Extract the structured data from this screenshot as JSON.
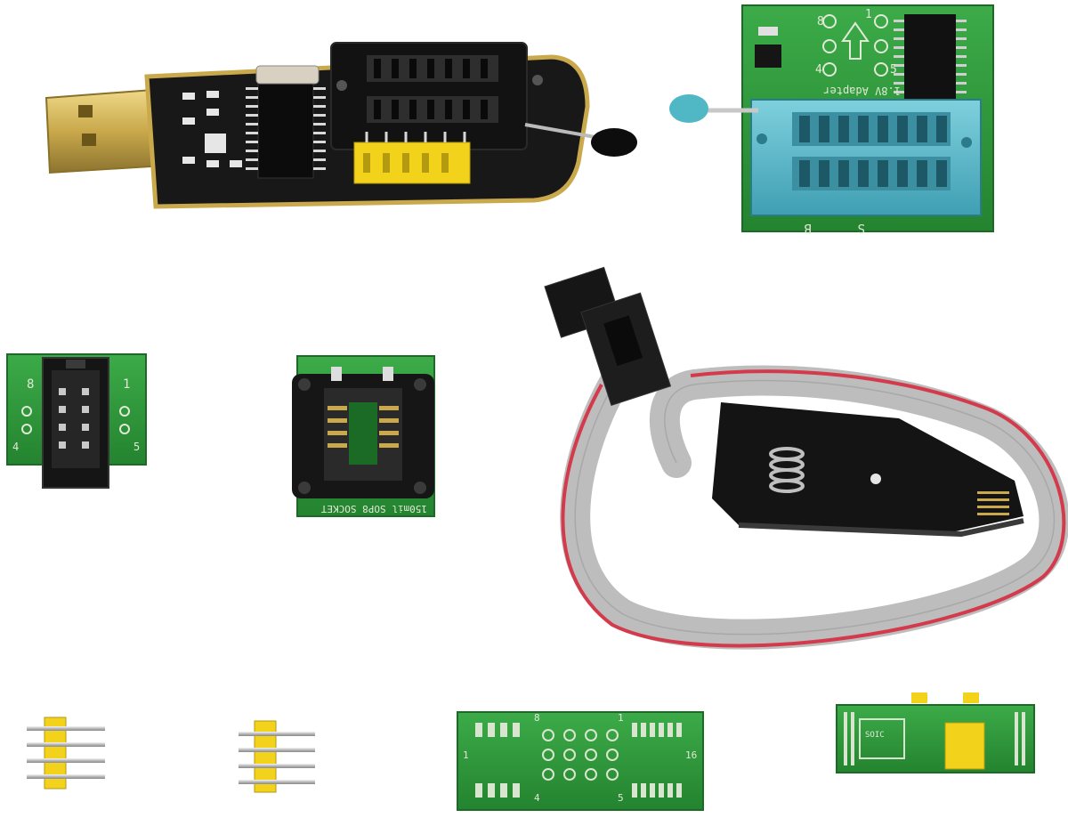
{
  "colors": {
    "background": "#ffffff",
    "pcb_green": "#2f9a3c",
    "pcb_green_dark": "#1f7a2d",
    "black_board": "#141414",
    "gold": "#c9a94b",
    "zif_blue": "#5bb8c9",
    "header_yellow": "#f2d21b",
    "ribbon_grey": "#bdbdbd",
    "ribbon_red": "#d33a4c"
  },
  "components": {
    "usb_programmer": {
      "icon": "ch341a-usb-programmer"
    },
    "adapter_board": {
      "silk_numbers": {
        "n8": "8",
        "n1": "1",
        "n4": "4",
        "n5": "5"
      },
      "label_mirrored": "1.8V Adapter",
      "bottom_marks": {
        "left": "B",
        "right": "S"
      }
    },
    "idc_adapter": {
      "pin_labels": {
        "left": "8",
        "right": "1",
        "left2": "4",
        "right2": "5"
      }
    },
    "sop8_socket": {
      "label": "150mil SOP8 SOCKET"
    },
    "clip_cable": {
      "icon": "soic8-test-clip"
    },
    "header_left": {
      "icon": "pin-header"
    },
    "header_middle": {
      "icon": "pin-header"
    },
    "dip_adapter": {
      "labels": {
        "n8": "8",
        "n1": "1",
        "n4": "4",
        "n5": "5",
        "l1": "1",
        "r16": "16"
      }
    },
    "sop_adapter": {
      "label": "SOIC"
    }
  }
}
